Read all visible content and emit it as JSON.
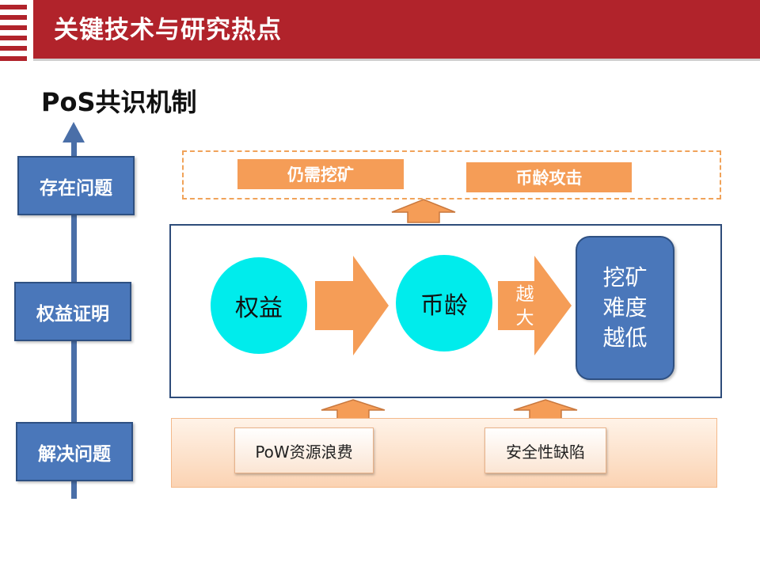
{
  "header": {
    "title": "关键技术与研究热点"
  },
  "section_title": "PoS共识机制",
  "left_column": {
    "top": "存在问题",
    "middle": "权益证明",
    "bottom": "解决问题"
  },
  "problems": [
    "仍需挖矿",
    "币龄攻击"
  ],
  "flow": {
    "circle1": "权益",
    "circle2": "币龄",
    "arrow2_text": "越大",
    "result": "挖矿难度越低"
  },
  "solved_items": [
    "PoW资源浪费",
    "安全性缺陷"
  ],
  "colors": {
    "header_red": "#b1232b",
    "blue": "#4a77ba",
    "orange": "#f59d57",
    "cyan": "#00ecec"
  }
}
